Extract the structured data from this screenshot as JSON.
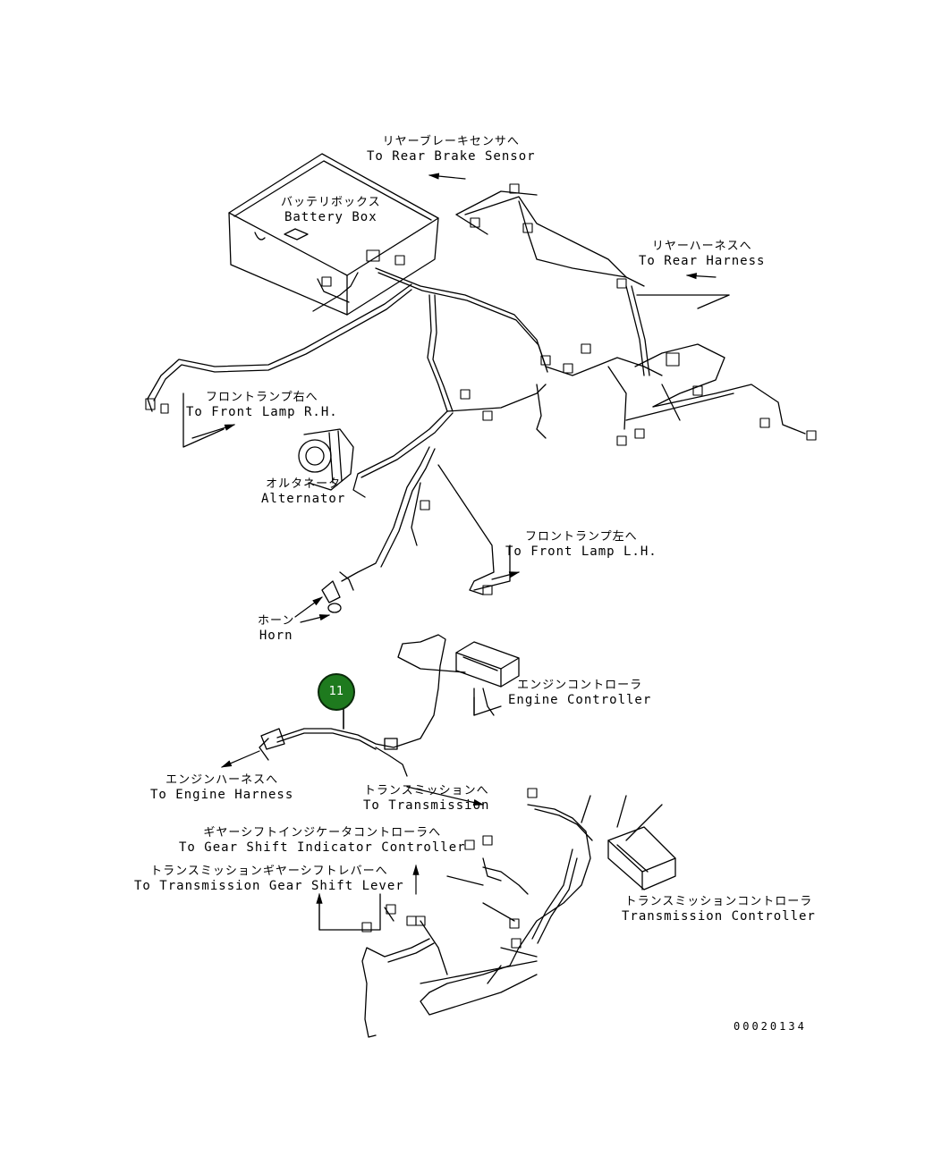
{
  "labels": {
    "rear_brake_sensor": {
      "jp": "リヤーブレーキセンサへ",
      "en": "To Rear Brake Sensor"
    },
    "battery_box": {
      "jp": "バッテリボックス",
      "en": "Battery Box"
    },
    "rear_harness": {
      "jp": "リヤーハーネスへ",
      "en": "To Rear Harness"
    },
    "front_lamp_rh": {
      "jp": "フロントランプ右へ",
      "en": "To Front Lamp R.H."
    },
    "alternator": {
      "jp": "オルタネータ",
      "en": "Alternator"
    },
    "front_lamp_lh": {
      "jp": "フロントランプ左へ",
      "en": "To Front Lamp L.H."
    },
    "horn": {
      "jp": "ホーン",
      "en": "Horn"
    },
    "engine_controller": {
      "jp": "エンジンコントローラ",
      "en": "Engine Controller"
    },
    "engine_harness": {
      "jp": "エンジンハーネスへ",
      "en": "To Engine Harness"
    },
    "transmission": {
      "jp": "トランスミッションへ",
      "en": "To Transmission"
    },
    "gear_shift_indicator": {
      "jp": "ギヤーシフトインジケータコントローラへ",
      "en": "To Gear Shift Indicator Controller"
    },
    "trans_gear_shift_lever": {
      "jp": "トランスミッションギヤーシフトレバーへ",
      "en": "To Transmission Gear Shift Lever"
    },
    "transmission_controller": {
      "jp": "トランスミッションコントローラ",
      "en": "Transmission Controller"
    }
  },
  "callout": {
    "number": "11",
    "color": "#1e7a1e"
  },
  "document_number": "00020134"
}
